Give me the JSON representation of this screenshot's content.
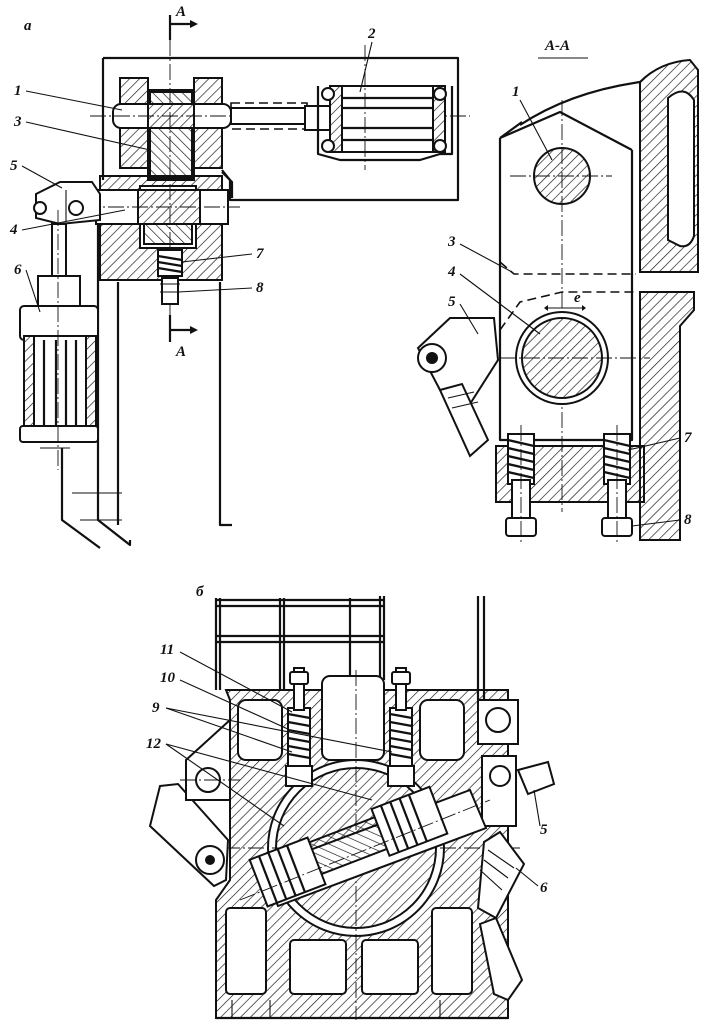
{
  "figure_a": {
    "panel_label": "а",
    "section_marker_top": "А",
    "section_marker_bottom": "А",
    "parts": [
      "1",
      "2",
      "3",
      "5",
      "4",
      "6",
      "7",
      "8"
    ]
  },
  "section_view": {
    "title": "А-А",
    "gap_label": "е",
    "parts": [
      "1",
      "3",
      "4",
      "5",
      "7",
      "8"
    ]
  },
  "figure_b": {
    "panel_label": "б",
    "parts": [
      "11",
      "10",
      "9",
      "12",
      "5",
      "6"
    ]
  }
}
